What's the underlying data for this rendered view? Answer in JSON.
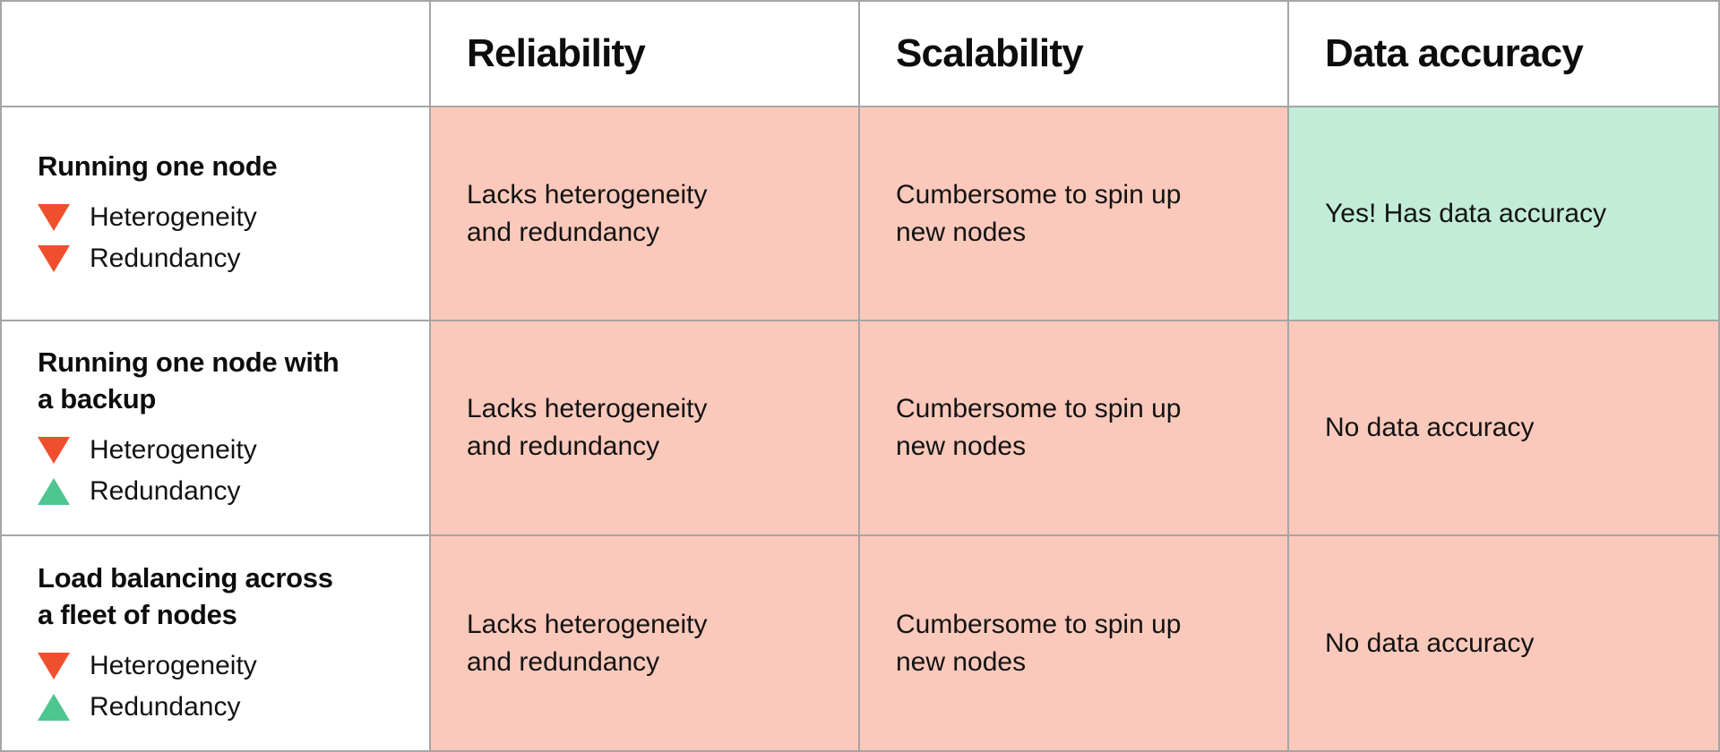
{
  "palette": {
    "cell_negative_bg": "#fbc9bb",
    "cell_positive_bg": "#c2ecd8",
    "down_triangle": "#f04f2e",
    "up_triangle": "#4dc690",
    "border": "#a5a5a5",
    "text": "#131313"
  },
  "table": {
    "columns": [
      "",
      "Reliability",
      "Scalability",
      "Data accuracy"
    ],
    "rows": [
      {
        "title_lines": [
          "Running one node"
        ],
        "indicators": [
          {
            "direction": "down",
            "label": "Heterogeneity"
          },
          {
            "direction": "down",
            "label": "Redundancy"
          }
        ],
        "cells": [
          {
            "sentiment": "negative",
            "lines": [
              "Lacks heterogeneity",
              "and redundancy"
            ]
          },
          {
            "sentiment": "negative",
            "lines": [
              "Cumbersome to spin up",
              "new nodes"
            ]
          },
          {
            "sentiment": "positive",
            "lines": [
              "Yes! Has data accuracy"
            ]
          }
        ]
      },
      {
        "title_lines": [
          "Running one node with",
          "a backup"
        ],
        "indicators": [
          {
            "direction": "down",
            "label": "Heterogeneity"
          },
          {
            "direction": "up",
            "label": "Redundancy"
          }
        ],
        "cells": [
          {
            "sentiment": "negative",
            "lines": [
              "Lacks heterogeneity",
              "and redundancy"
            ]
          },
          {
            "sentiment": "negative",
            "lines": [
              "Cumbersome to spin up",
              "new nodes"
            ]
          },
          {
            "sentiment": "negative",
            "lines": [
              "No data accuracy"
            ]
          }
        ]
      },
      {
        "title_lines": [
          "Load balancing across",
          "a fleet of nodes"
        ],
        "indicators": [
          {
            "direction": "down",
            "label": "Heterogeneity"
          },
          {
            "direction": "up",
            "label": "Redundancy"
          }
        ],
        "cells": [
          {
            "sentiment": "negative",
            "lines": [
              "Lacks heterogeneity",
              "and redundancy"
            ]
          },
          {
            "sentiment": "negative",
            "lines": [
              "Cumbersome to spin up",
              "new nodes"
            ]
          },
          {
            "sentiment": "negative",
            "lines": [
              "No data accuracy"
            ]
          }
        ]
      }
    ]
  }
}
